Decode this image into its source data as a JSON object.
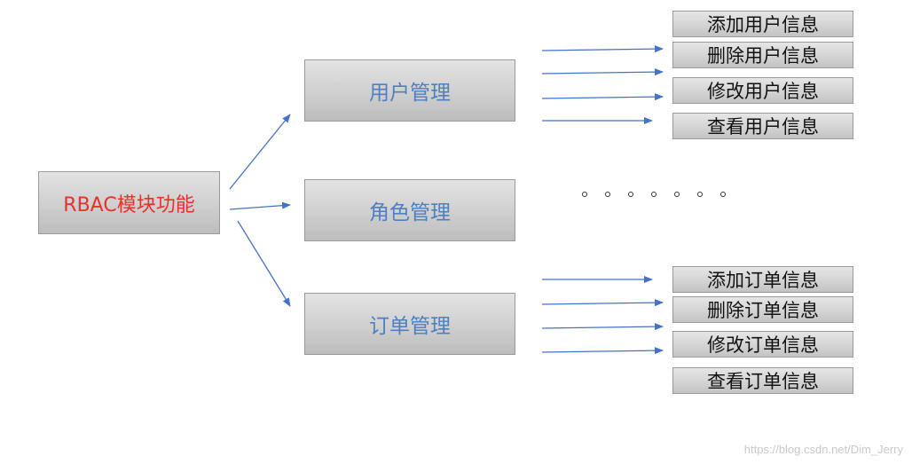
{
  "root": {
    "label": "RBAC模块功能"
  },
  "modules": [
    {
      "label": "用户管理"
    },
    {
      "label": "角色管理"
    },
    {
      "label": "订单管理"
    }
  ],
  "user_actions": [
    "添加用户信息",
    "删除用户信息",
    "修改用户信息",
    "查看用户信息"
  ],
  "order_actions": [
    "添加订单信息",
    "删除订单信息",
    "修改订单信息",
    "查看订单信息"
  ],
  "ellipsis_dot_count": 7,
  "watermark": "https://blog.csdn.net/Dim_Jerry",
  "colors": {
    "root_text": "#e8312a",
    "module_text": "#4f7fc2",
    "arrow": "#4472c4",
    "box_fill": "#cfcfcf"
  }
}
